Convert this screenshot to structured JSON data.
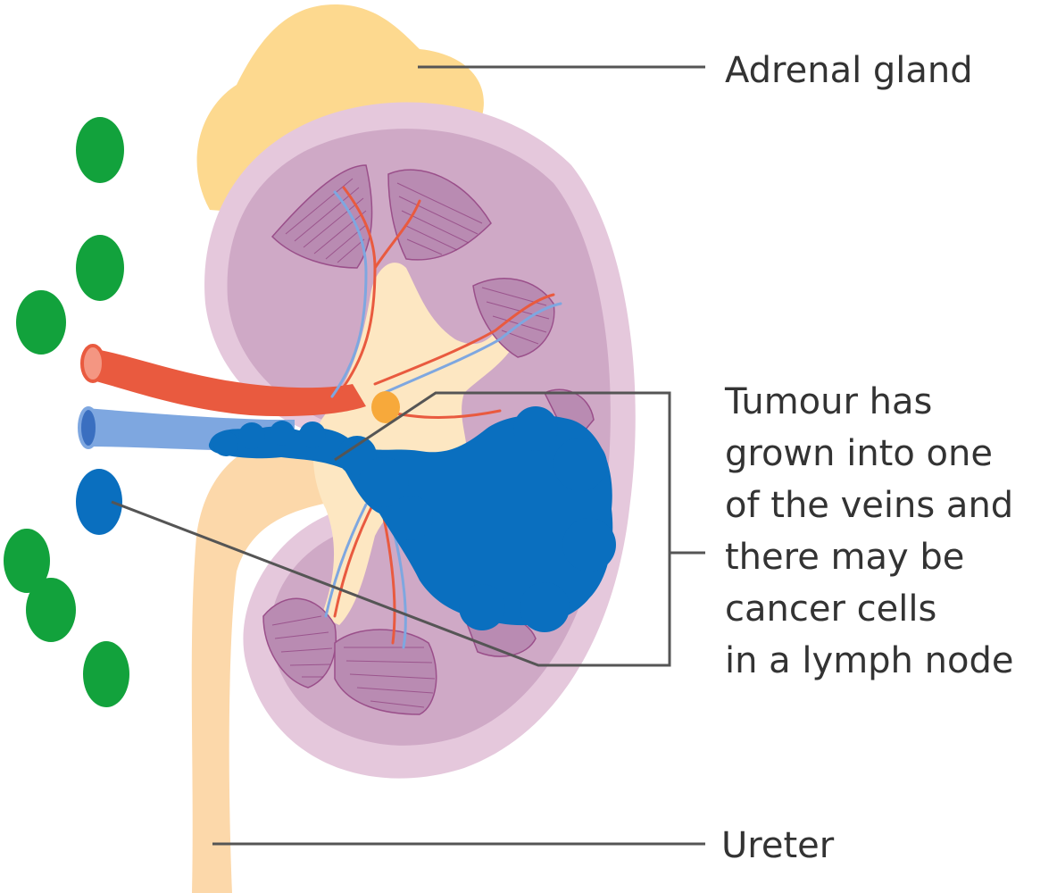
{
  "labels": {
    "adrenal_gland": "Adrenal gland",
    "tumour_lines": [
      "Tumour has",
      "grown into one",
      "of the veins and",
      "there may be",
      "cancer cells",
      "in a lymph node"
    ],
    "ureter": "Ureter"
  },
  "colors": {
    "adrenal": "#fdd98f",
    "kidney_outer": "#e5c8dc",
    "kidney_inner": "#c9a3c0",
    "artery": "#e95a3f",
    "vein": "#7ea7e0",
    "tumour": "#0a6fbf",
    "lymph_node_normal": "#12a23c",
    "lymph_node_cancer": "#0a6fbf",
    "ureter": "#fcd8aa",
    "leader_line": "#555555"
  }
}
